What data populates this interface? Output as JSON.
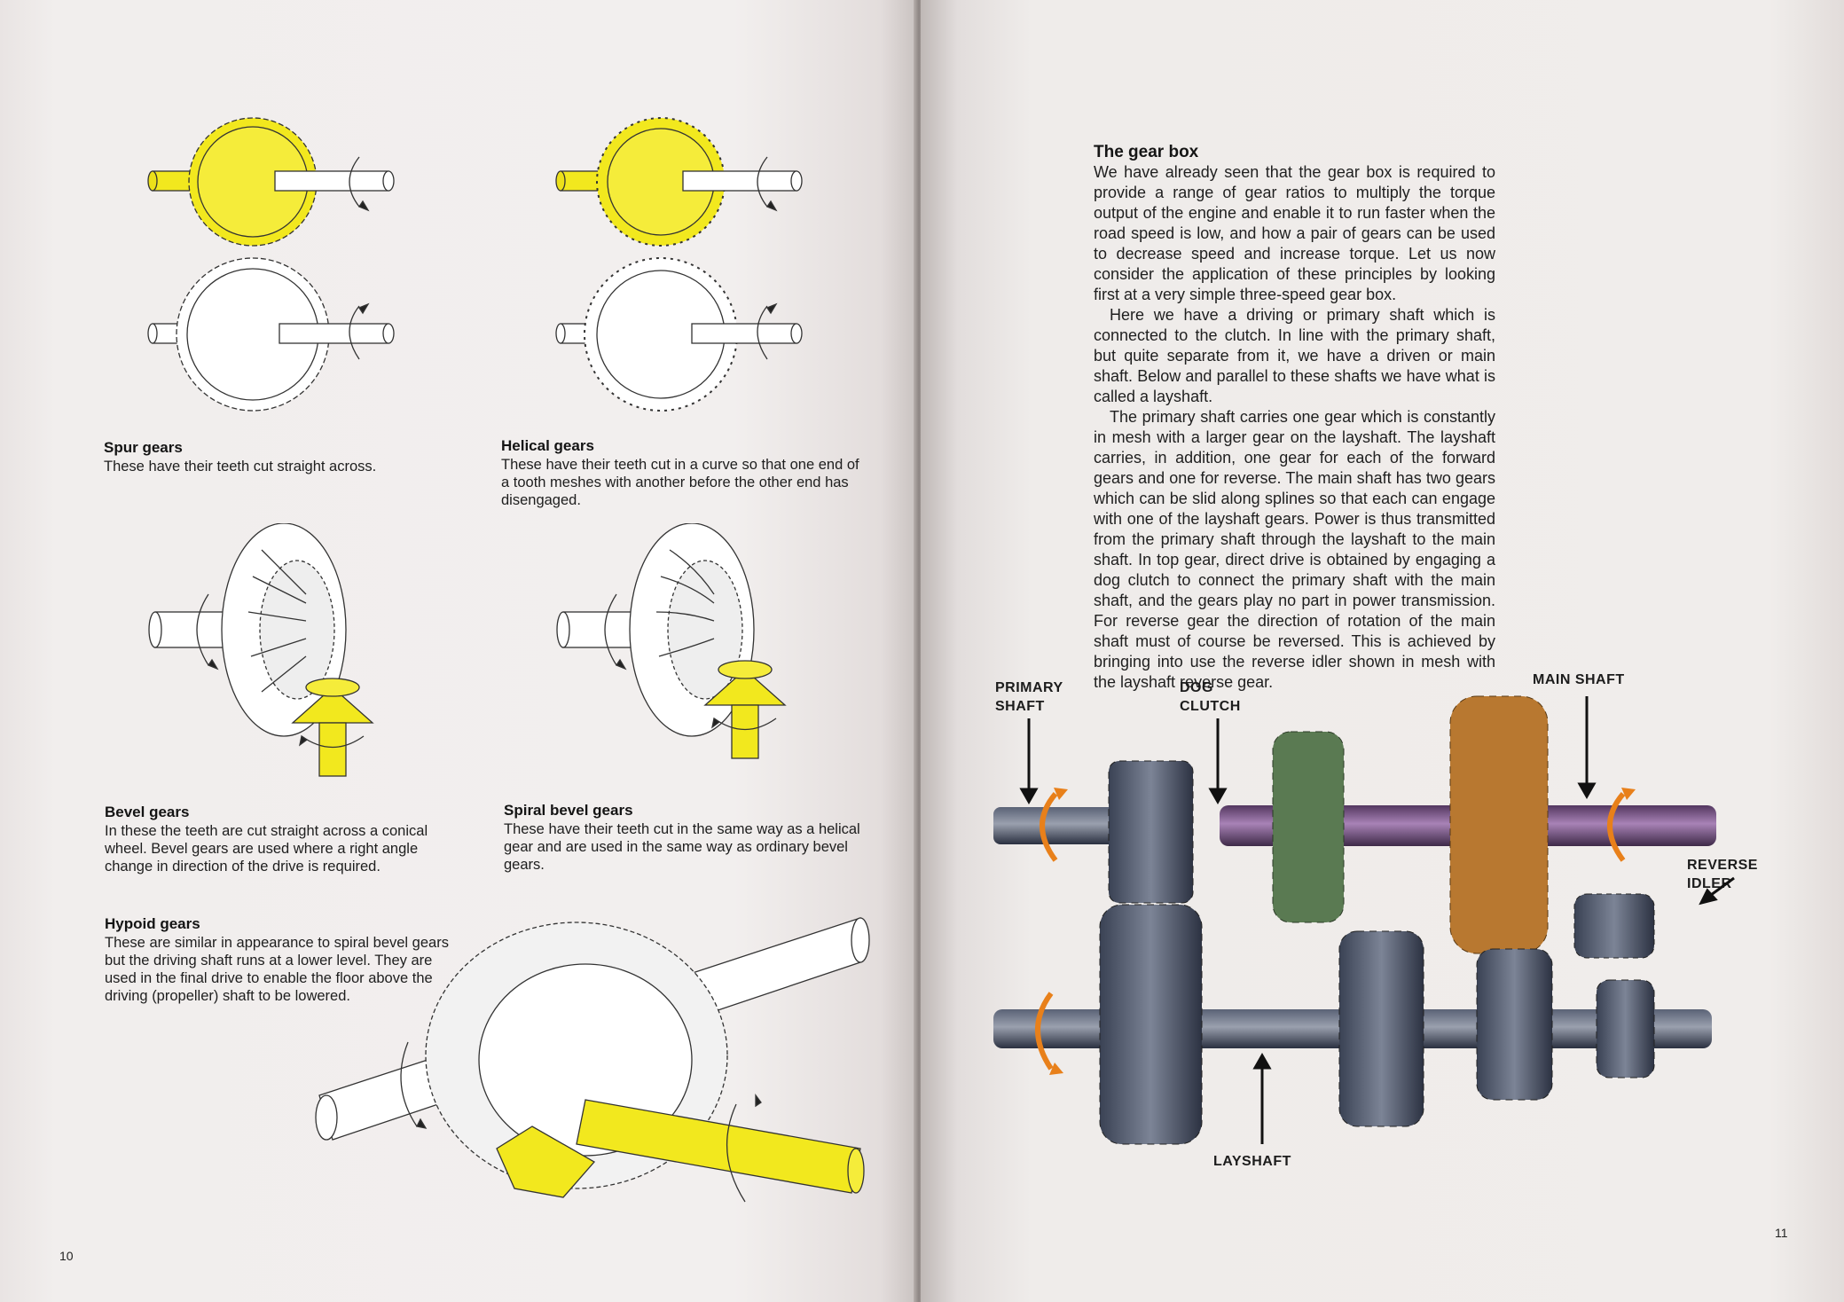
{
  "left_page": {
    "page_number": "10",
    "captions": {
      "spur": {
        "title": "Spur gears",
        "text": "These have their teeth cut straight across."
      },
      "helical": {
        "title": "Helical gears",
        "text": "These have their teeth cut in a curve so that one end of a tooth meshes with another before the other end has disengaged."
      },
      "bevel": {
        "title": "Bevel gears",
        "text": "In these the teeth are cut straight across a conical wheel. Bevel gears are used where a right angle change in direction of the drive is required."
      },
      "spiral_bevel": {
        "title": "Spiral bevel gears",
        "text": "These have their teeth cut in the same way as a helical gear and are used in the same way as ordinary bevel gears."
      },
      "hypoid": {
        "title": "Hypoid gears",
        "text": "These are similar in appearance to spiral bevel gears but the driving shaft runs at a lower level. They are used in the final drive to enable the floor above the driving (propeller) shaft to be lowered."
      }
    }
  },
  "right_page": {
    "page_number": "11",
    "article": {
      "heading": "The gear box",
      "paragraphs": [
        "We have already seen that the gear box is required to provide a range of gear ratios to multiply the torque output of the engine and enable it to run faster when the road speed is low, and how a pair of gears can be used to decrease speed and increase torque. Let us now consider the application of these principles by looking first at a very simple three-speed gear box.",
        "Here we have a driving or primary shaft which is connected to the clutch. In line with the primary shaft, but quite separate from it, we have a driven or main shaft. Below and parallel to these shafts we have what is called a layshaft.",
        "The primary shaft carries one gear which is constantly in mesh with a larger gear on the layshaft. The layshaft carries, in addition, one gear for each of the forward gears and one for reverse. The main shaft has two gears which can be slid along splines so that each can engage with one of the layshaft gears. Power is thus transmitted from the primary shaft through the layshaft to the main shaft. In top gear, direct drive is obtained by engaging a dog clutch to connect the primary shaft with the main shaft, and the gears play no part in power transmission. For reverse gear the direction of rotation of the main shaft must of course be reversed. This is achieved by bringing into use the reverse idler shown in mesh with the layshaft reverse gear."
      ]
    },
    "diagram_labels": {
      "primary_shaft_1": "PRIMARY",
      "primary_shaft_2": "SHAFT",
      "dog_clutch_1": "DOG",
      "dog_clutch_2": "CLUTCH",
      "main_shaft": "MAIN SHAFT",
      "reverse_idler_1": "REVERSE",
      "reverse_idler_2": "IDLER",
      "layshaft": "LAYSHAFT"
    }
  },
  "colors": {
    "gear_yellow": "#f2e81e",
    "shaft_steel": "#3c4456",
    "main_shaft_purple": "#6f4f86",
    "dog_gear_green": "#5a7a52",
    "main_gear_bronze": "#b87830",
    "rotation_orange": "#e8801a"
  }
}
